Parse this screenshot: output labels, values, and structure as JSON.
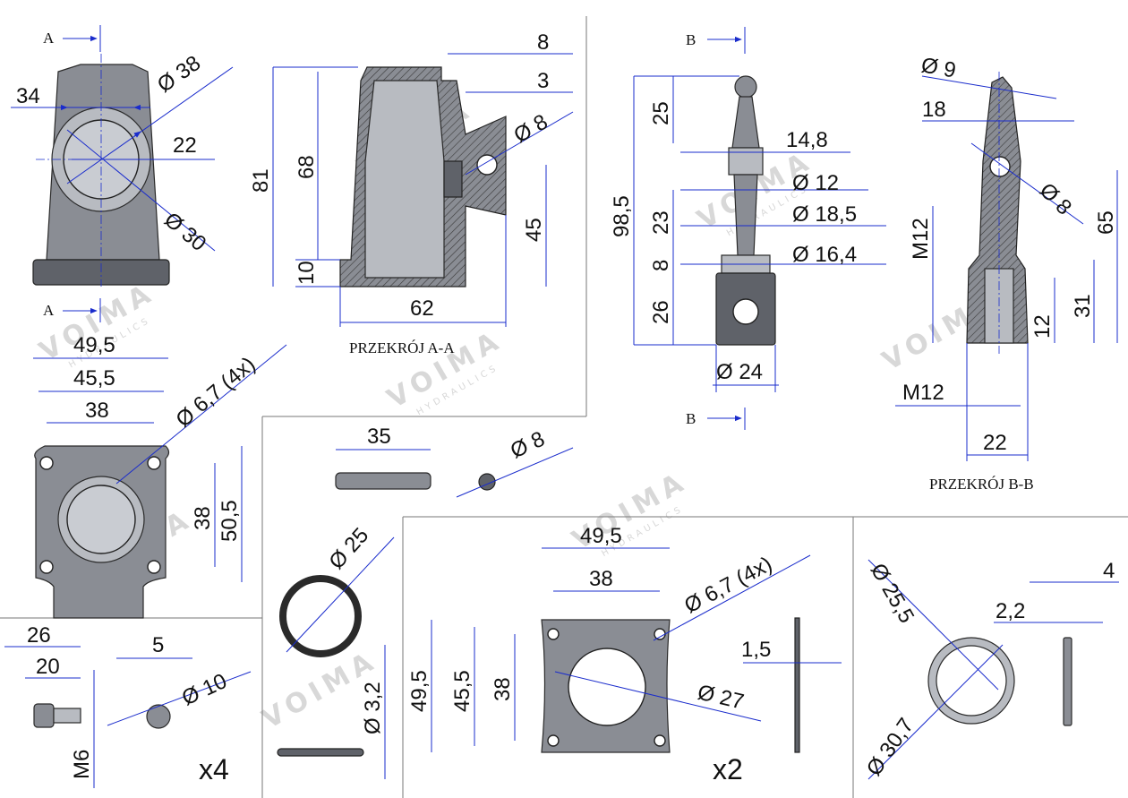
{
  "watermark": {
    "brand": "VOIMA",
    "sub": "HYDRAULICS"
  },
  "section_labels": {
    "a_top": "A",
    "a_bottom": "A",
    "b_top": "B",
    "b_bottom": "B",
    "section_aa": "PRZEKRÓJ A-A",
    "section_bb": "PRZEKRÓJ B-B"
  },
  "housing_front": {
    "d34": "34",
    "d38": "Ø 38",
    "d22": "22",
    "d30": "Ø 30"
  },
  "housing_section": {
    "d81": "81",
    "d68": "68",
    "d10": "10",
    "d62": "62",
    "d8": "8",
    "d3": "3",
    "dhole": "Ø 8",
    "d45": "45"
  },
  "housing_bottom": {
    "d49": "49,5",
    "d45": "45,5",
    "d38": "38",
    "dholes": "Ø 6,7 (4x)",
    "dv38": "38",
    "dv50": "50,5"
  },
  "pin": {
    "d35": "35",
    "d8": "Ø 8"
  },
  "lever": {
    "d25": "25",
    "d98": "98,5",
    "d23": "23",
    "d8": "8",
    "d26": "26",
    "d148": "14,8",
    "d12": "Ø 12",
    "d185": "Ø 18,5",
    "d164": "Ø 16,4",
    "d24": "Ø 24"
  },
  "lever_section": {
    "d9": "Ø 9",
    "d18": "18",
    "dhole": "Ø 8",
    "m12v": "M12",
    "d65": "65",
    "d31": "31",
    "d12": "12",
    "m12h": "M12",
    "d22": "22"
  },
  "screw": {
    "d26": "26",
    "d20": "20",
    "m6": "M6",
    "d5": "5",
    "d10": "Ø 10",
    "count": "x4"
  },
  "oring": {
    "d25": "Ø 25",
    "d32": "Ø 3,2"
  },
  "gasket": {
    "d49": "49,5",
    "d38": "38",
    "dholes": "Ø 6,7 (4x)",
    "dv49": "49,5",
    "dv45": "45,5",
    "dv38": "38",
    "d27": "Ø 27",
    "d15": "1,5",
    "count": "x2"
  },
  "ring": {
    "d255": "Ø 25,5",
    "d307": "Ø 30,7",
    "d22": "2,2",
    "d4": "4"
  }
}
